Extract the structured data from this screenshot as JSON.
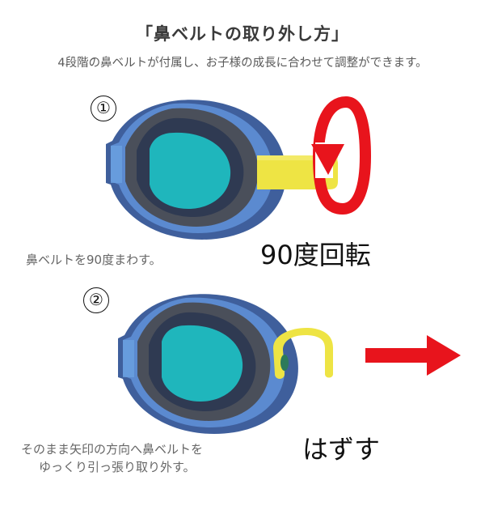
{
  "header": {
    "title": "「鼻ベルトの取り外し方」",
    "subtitle": "4段階の鼻ベルトが付属し、お子様の成長に合わせて調整ができます。"
  },
  "steps": [
    {
      "number": "①",
      "caption": "鼻ベルトを90度まわす。",
      "action_label": "90度回転",
      "icon": "rotate-arrow-icon"
    },
    {
      "number": "②",
      "caption_line1": "そのまま矢印の方向へ鼻ベルトを",
      "caption_line2": "ゆっくり引っ張り取り外す。",
      "action_label": "はずす",
      "icon": "right-arrow-icon"
    }
  ],
  "colors": {
    "arrow": "#e8141c",
    "belt": "#f0e040",
    "lens": "#1fb6bc",
    "frame": "#3f5f9c",
    "gasket": "#4a4f5a"
  }
}
